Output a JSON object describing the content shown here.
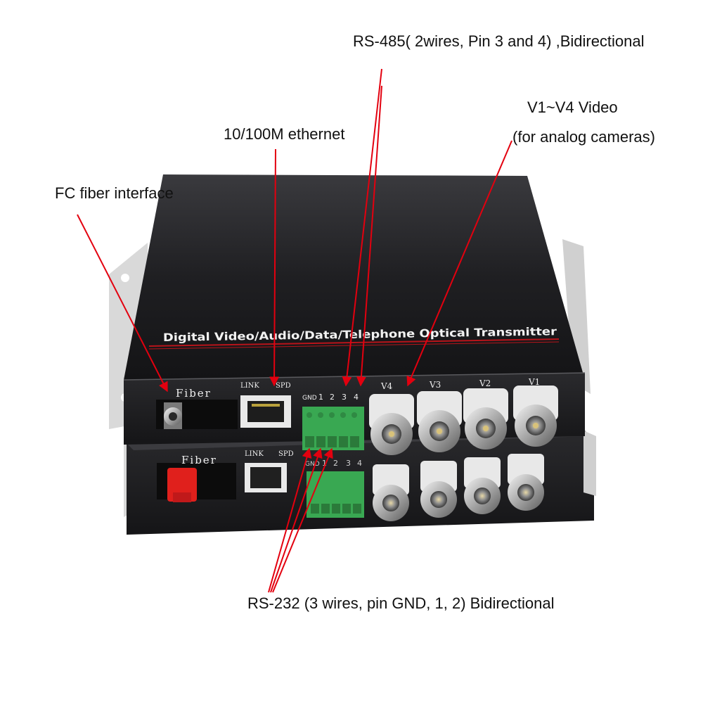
{
  "callouts": {
    "rs485": "RS-485( 2wires, Pin 3 and 4) ,Bidirectional",
    "video_line1": "V1~V4 Video",
    "video_line2": "(for analog cameras)",
    "ethernet": "10/100M ethernet",
    "fiber": "FC fiber interface",
    "rs232": "RS-232 (3 wires, pin GND, 1, 2) Bidirectional"
  },
  "device": {
    "product_title": "Digital Video/Audio/Data/Telephone Optical Transmitter",
    "fiber_label": "Fiber",
    "link_label": "LINK",
    "spd_label": "SPD",
    "terminal_pins": [
      "GND",
      "1",
      "2",
      "3",
      "4"
    ],
    "video_ports": [
      "V4",
      "V3",
      "V2",
      "V1"
    ]
  },
  "colors": {
    "arrow": "#e3000f",
    "chassis": "#1c1c1e",
    "terminal_block": "#39a852",
    "fiber_cap": "#e0201c",
    "bnc_insulator": "#e8e8e8"
  }
}
